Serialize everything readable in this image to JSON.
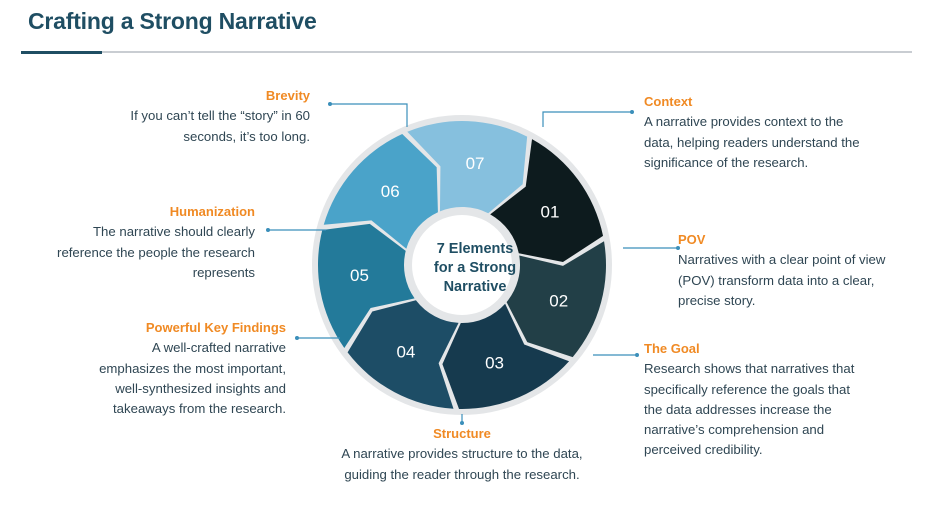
{
  "header": {
    "title": "Crafting a Strong Narrative"
  },
  "colors": {
    "title": "#1f4e63",
    "accent_orange": "#f08a24",
    "connector": "#3b8fba",
    "ring_border": "#e4e6e8",
    "rule": "#c9cdd2"
  },
  "wheel": {
    "center_lines": [
      "7 Elements",
      "for a Strong",
      "Narrative"
    ],
    "segments": [
      {
        "number": "01",
        "color": "#0d1b1e"
      },
      {
        "number": "02",
        "color": "#223f47"
      },
      {
        "number": "03",
        "color": "#163a4e"
      },
      {
        "number": "04",
        "color": "#1d4d66"
      },
      {
        "number": "05",
        "color": "#237a9a"
      },
      {
        "number": "06",
        "color": "#4aa3c9"
      },
      {
        "number": "07",
        "color": "#86c0de"
      }
    ]
  },
  "elements": [
    {
      "number": "01",
      "title": "Context",
      "lines": [
        "A narrative provides context to the",
        "data, helping readers understand the",
        "significance of the research."
      ]
    },
    {
      "number": "02",
      "title": "POV",
      "lines": [
        "Narratives with a clear point of view",
        "(POV) transform data into a clear,",
        "precise story."
      ]
    },
    {
      "number": "03",
      "title": "The Goal",
      "lines": [
        "Research shows that narratives that",
        "specifically reference the goals that",
        "the data addresses increase the",
        "narrative’s comprehension and",
        "perceived credibility."
      ]
    },
    {
      "number": "04",
      "title": "Structure",
      "lines": [
        "A narrative provides structure to the data,",
        "guiding the reader through the research."
      ]
    },
    {
      "number": "05",
      "title": "Powerful Key Findings",
      "lines": [
        "A well-crafted narrative",
        "emphasizes the most important,",
        "well-synthesized insights and",
        "takeaways from the research."
      ]
    },
    {
      "number": "06",
      "title": "Humanization",
      "lines": [
        "The narrative should clearly",
        "reference the people the research",
        "represents"
      ]
    },
    {
      "number": "07",
      "title": "Brevity",
      "lines": [
        "If you can’t tell the “story” in 60",
        "seconds, it’s too long."
      ]
    }
  ]
}
